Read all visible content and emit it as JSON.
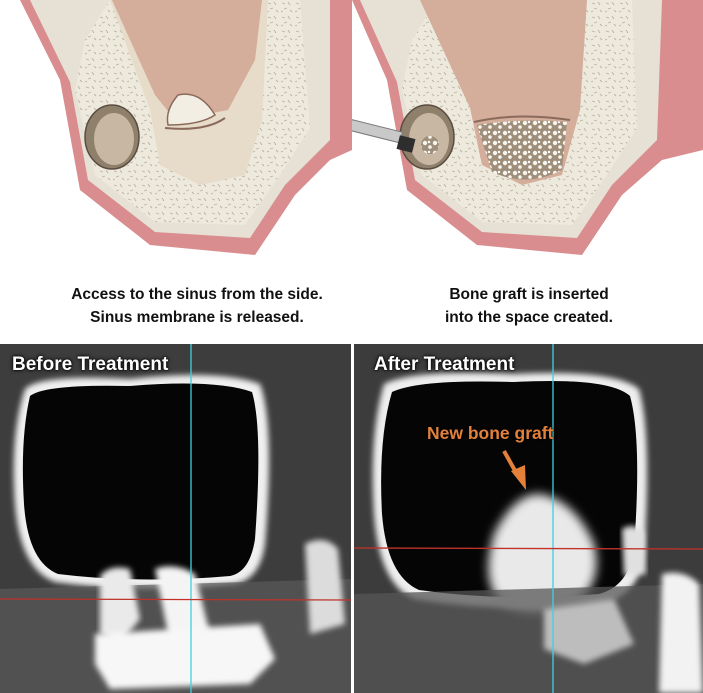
{
  "captions": {
    "left": [
      "Access to the sinus from the side.",
      "Sinus membrane is released."
    ],
    "right": [
      "Bone graft is inserted",
      "into the space created."
    ]
  },
  "ct": {
    "before_label": "Before Treatment",
    "after_label": "After Treatment",
    "graft_annotation": "New bone graft"
  },
  "colors": {
    "gum": "#d98d8f",
    "gum_light": "#eec0c0",
    "bone": "#e6e1d4",
    "sinus": "#d4ad9b",
    "graft": "#f2f0ea",
    "annotation": "#e3813b",
    "crosshair_vertical": "#3fd0e0",
    "crosshair_horizontal": "#c0322a"
  }
}
